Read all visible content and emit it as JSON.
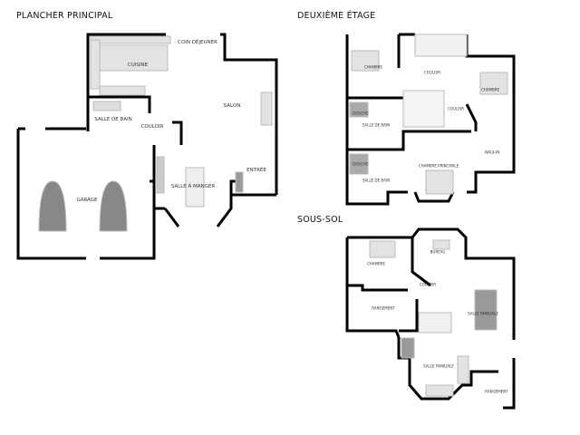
{
  "floors": [
    {
      "title": "PLANCHER PRINCIPAL",
      "rooms": [
        "COIN DÉJEUNER",
        "CUISINE",
        "SALON",
        "SALLE DE BAIN",
        "COULOIR",
        "GARAGE",
        "SALLE À MANGER",
        "ENTRÉE"
      ]
    },
    {
      "title": "DEUXIÈME ÉTAGE",
      "rooms": [
        "CHAMBRE",
        "COULOIR",
        "CHAMBRE",
        "COULOIR",
        "DOUCHE",
        "SALLE DE BAIN",
        "WALK-IN",
        "CHAMBRE PRINCIPALE",
        "DOUCHE",
        "SALLE DE BAIN"
      ]
    },
    {
      "title": "SOUS-SOL",
      "rooms": [
        "CHAMBRE",
        "BUREAU",
        "COULOIR",
        "RANGEMENT",
        "SALLE FAMILIALE",
        "SALLE FAMILIALE",
        "RANGEMENT"
      ]
    }
  ],
  "colors": {
    "wall": "#000000",
    "fixture": "#d9d9d9",
    "dark_fixture": "#9a9a9a"
  }
}
